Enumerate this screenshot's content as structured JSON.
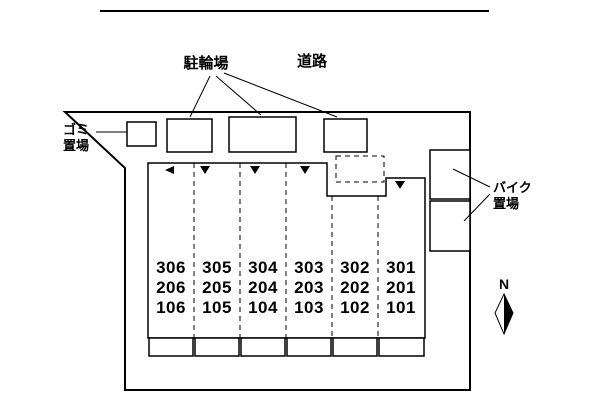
{
  "site_plan": {
    "labels": {
      "bicycle_parking": "駐輪場",
      "road": "道路",
      "garbage_line1": "ゴミ",
      "garbage_line2": "置場",
      "bike_line1": "バイク",
      "bike_line2": "置場",
      "compass_north": "N"
    },
    "parking": {
      "rows": [
        [
          "306",
          "305",
          "304",
          "303",
          "302",
          "301"
        ],
        [
          "206",
          "205",
          "204",
          "203",
          "202",
          "201"
        ],
        [
          "106",
          "105",
          "104",
          "103",
          "102",
          "101"
        ]
      ]
    },
    "colors": {
      "parking_fill": "#f8f1cd",
      "outline": "#000000",
      "background": "#ffffff"
    }
  }
}
